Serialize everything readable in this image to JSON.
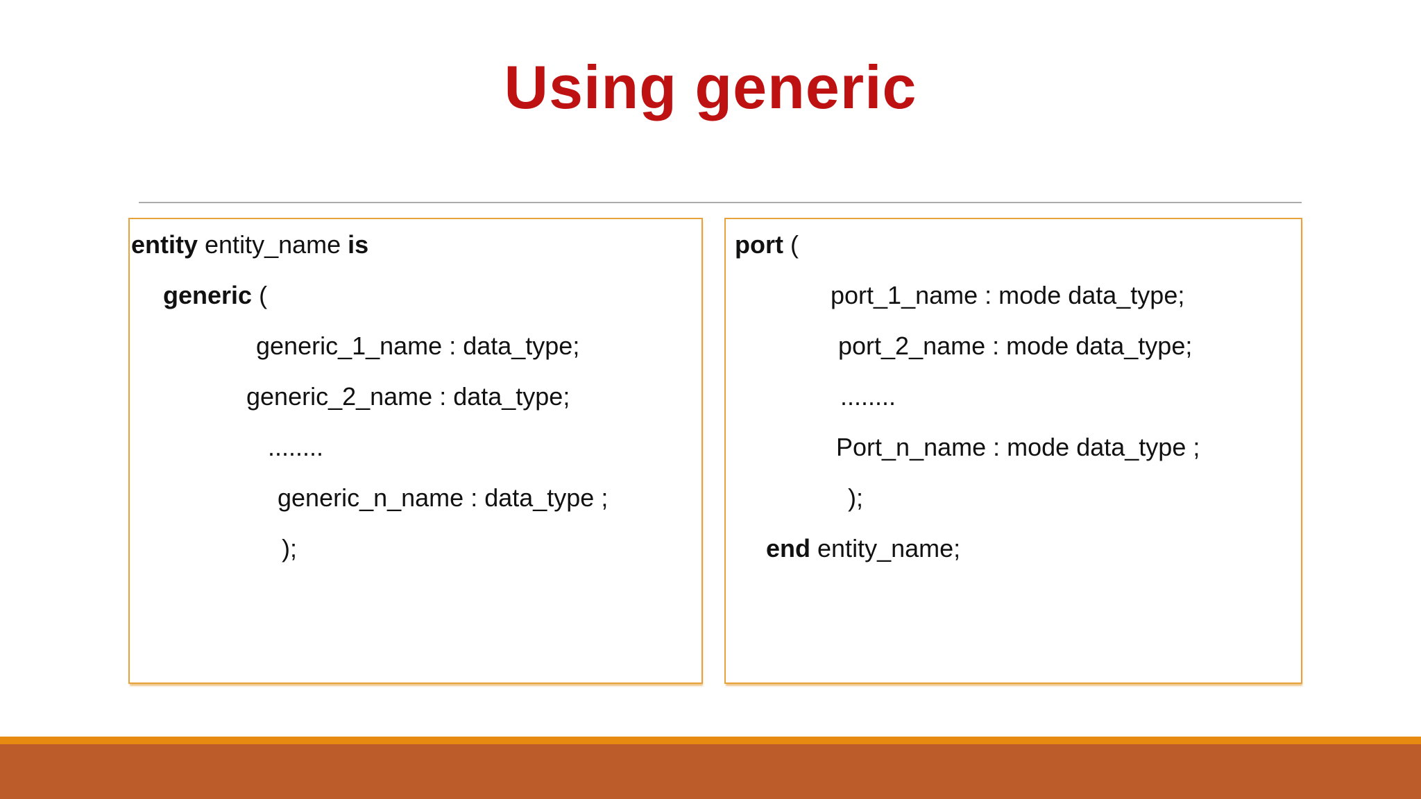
{
  "slide": {
    "title": "Using generic",
    "colors": {
      "title": "#BE1212",
      "box_border": "#E8A23C",
      "divider": "#ABABAB",
      "footer_strip": "#E78A12",
      "footer_bar": "#BD5C2B",
      "code_text": "#111111"
    }
  },
  "generic_box": {
    "lines": [
      {
        "segments": [
          {
            "text": "entity",
            "bold": true
          },
          {
            "text": " entity_name ",
            "bold": false
          },
          {
            "text": "is",
            "bold": true
          }
        ]
      },
      {
        "segments": [
          {
            "text": "generic",
            "bold": true
          },
          {
            "text": " (",
            "bold": false
          }
        ]
      },
      {
        "segments": [
          {
            "text": "generic_1_name : data_type;",
            "bold": false
          }
        ]
      },
      {
        "segments": [
          {
            "text": "generic_2_name : data_type;",
            "bold": false
          }
        ]
      },
      {
        "segments": [
          {
            "text": "........",
            "bold": false
          }
        ]
      },
      {
        "segments": [
          {
            "text": "generic_n_name : data_type ;",
            "bold": false
          }
        ]
      },
      {
        "segments": [
          {
            "text": ");",
            "bold": false
          }
        ]
      }
    ]
  },
  "port_box": {
    "lines": [
      {
        "segments": [
          {
            "text": "port",
            "bold": true
          },
          {
            "text": " (",
            "bold": false
          }
        ]
      },
      {
        "segments": [
          {
            "text": "port_1_name : mode data_type;",
            "bold": false
          }
        ]
      },
      {
        "segments": [
          {
            "text": "port_2_name : mode data_type;",
            "bold": false
          }
        ]
      },
      {
        "segments": [
          {
            "text": "........",
            "bold": false
          }
        ]
      },
      {
        "segments": [
          {
            "text": "Port_n_name : mode data_type ;",
            "bold": false
          }
        ]
      },
      {
        "segments": [
          {
            "text": ");",
            "bold": false
          }
        ]
      },
      {
        "segments": [
          {
            "text": "end",
            "bold": true
          },
          {
            "text": " entity_name;",
            "bold": false
          }
        ]
      }
    ]
  }
}
